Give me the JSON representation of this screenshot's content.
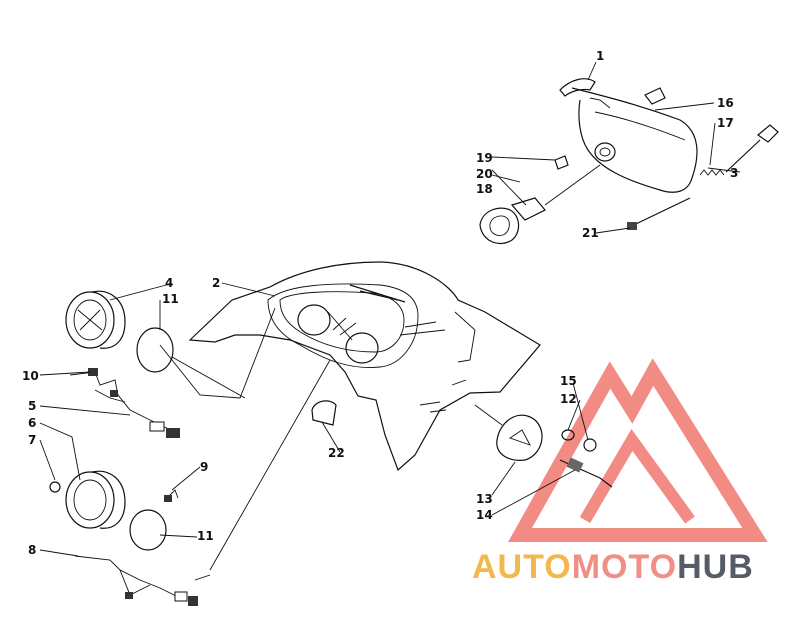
{
  "callouts": [
    "1",
    "2",
    "3",
    "4",
    "5",
    "6",
    "7",
    "8",
    "9",
    "10",
    "11",
    "11",
    "12",
    "13",
    "14",
    "15",
    "16",
    "17",
    "18",
    "19",
    "20",
    "21",
    "22"
  ],
  "watermark": {
    "part1": "AUTO",
    "part2": "MOTO",
    "part3": "HUB",
    "colors": {
      "auto": "#f3b84d",
      "moto": "#ef8f86",
      "hub": "#555c66",
      "triangle": "#ef6f66"
    }
  }
}
